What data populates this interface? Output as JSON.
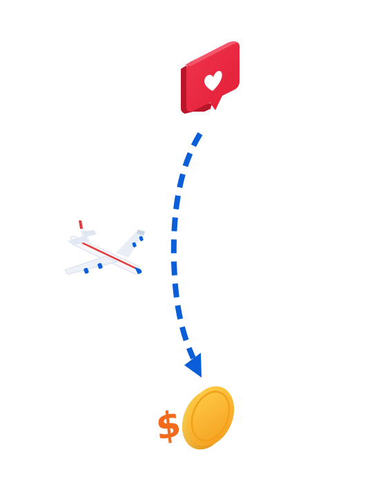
{
  "illustration": {
    "elements": [
      {
        "role": "like-notification",
        "icon": "heart-icon",
        "color": "#e8283f"
      },
      {
        "role": "flow-arrow",
        "style": "dashed",
        "color": "#0a5fd8"
      },
      {
        "role": "airplane",
        "icon": "airplane-icon",
        "accent": "#e23b3b"
      },
      {
        "role": "coin",
        "icon": "dollar-coin-icon",
        "symbol": "$",
        "color": "#f5a623"
      }
    ]
  }
}
